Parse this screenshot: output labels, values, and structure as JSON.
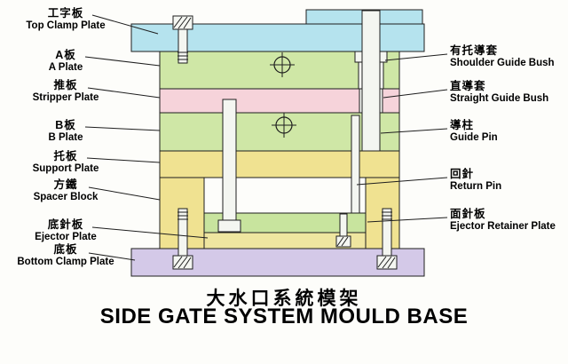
{
  "title": {
    "zh": "大水口系統模架",
    "en": "SIDE GATE SYSTEM MOULD BASE"
  },
  "labels_left": [
    {
      "zh": "工字板",
      "en": "Top Clamp Plate"
    },
    {
      "zh": "A板",
      "en": "A Plate"
    },
    {
      "zh": "推板",
      "en": "Stripper Plate"
    },
    {
      "zh": "B板",
      "en": "B Plate"
    },
    {
      "zh": "托板",
      "en": "Support Plate"
    },
    {
      "zh": "方鐵",
      "en": "Spacer Block"
    },
    {
      "zh": "底針板",
      "en": "Ejector Plate"
    },
    {
      "zh": "底板",
      "en": "Bottom Clamp Plate"
    }
  ],
  "labels_right": [
    {
      "zh": "有托導套",
      "en": "Shoulder Guide Bush"
    },
    {
      "zh": "直導套",
      "en": "Straight Guide Bush"
    },
    {
      "zh": "導柱",
      "en": "Guide Pin"
    },
    {
      "zh": "回針",
      "en": "Return Pin"
    },
    {
      "zh": "面針板",
      "en": "Ejector Retainer Plate"
    }
  ],
  "palette": {
    "top_clamp_plate": "#b5e3ee",
    "a_plate": "#cfe7a6",
    "stripper_plate": "#f6d3da",
    "b_plate": "#cfe7a6",
    "support_plate": "#f0e291",
    "spacer_block": "#f0e291",
    "ejector_retainer_plate": "#c8e49e",
    "ejector_plate": "#efe6a0",
    "bottom_clamp_plate": "#d4c9e8",
    "pin": "#f4f6f1",
    "outline": "#1e1e1e"
  }
}
